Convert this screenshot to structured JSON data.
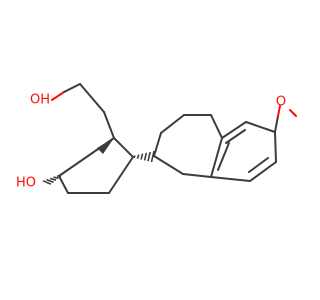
{
  "molecule": {
    "atom_labels": {
      "hydroxyethyl_oh": "OH",
      "ring_oh": "HO",
      "methoxy_o": "O"
    },
    "colors": {
      "bond": "#3c3c3c",
      "oxygen": "#ff0d0d",
      "background": "#ffffff"
    }
  }
}
